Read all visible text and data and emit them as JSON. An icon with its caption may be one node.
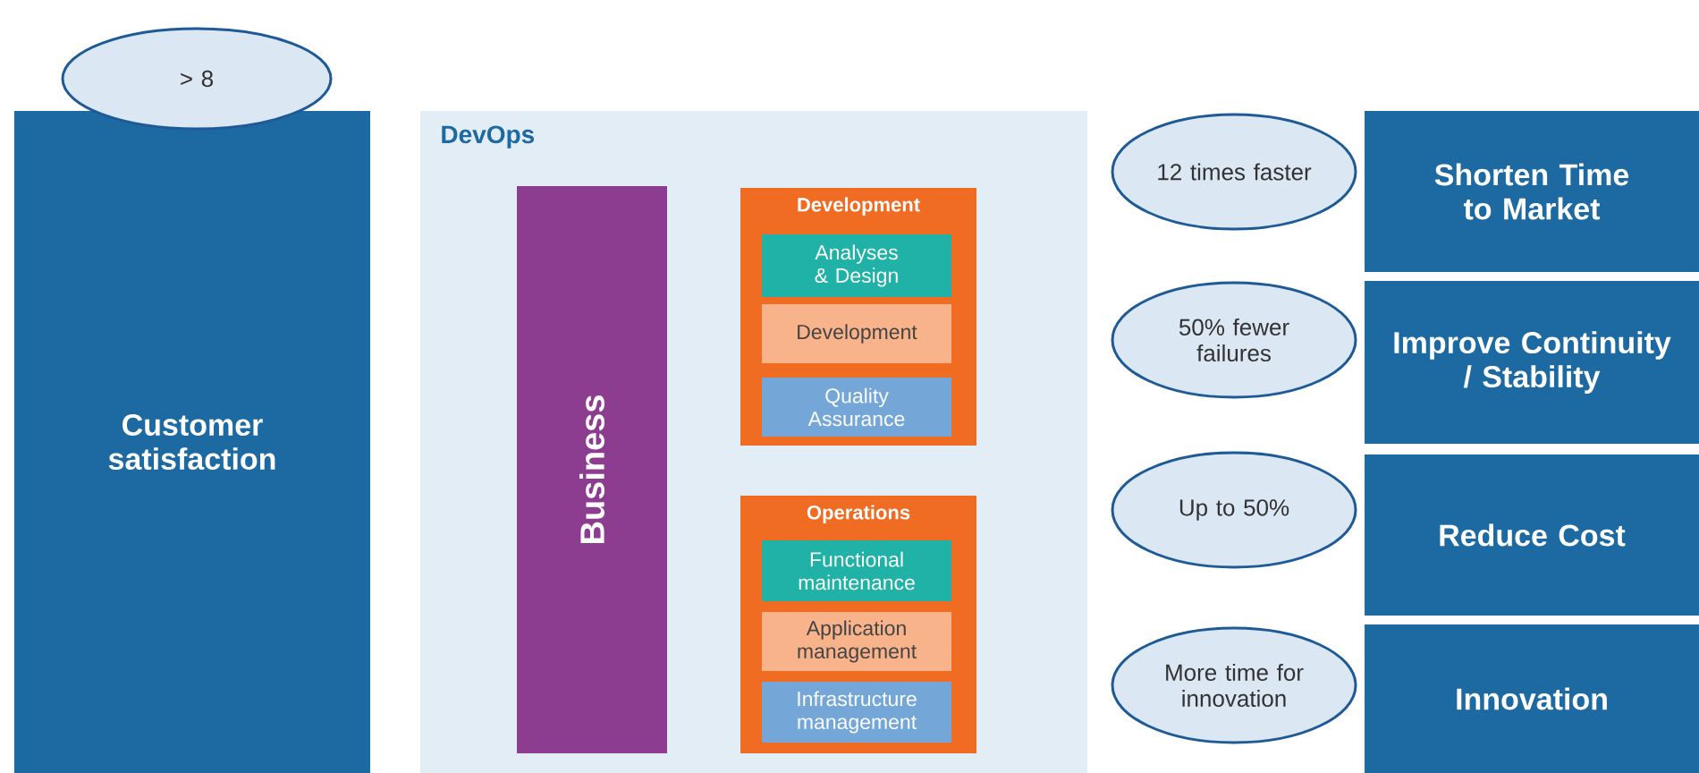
{
  "diagram": {
    "nodes": [
      {
        "text": [
          "> 8"
        ]
      },
      {
        "text": [
          "Customer satisfaction"
        ]
      },
      {
        "text": [
          "DevOps"
        ]
      },
      {
        "text": [
          "Business"
        ],
        "in": 2
      },
      {
        "text": [
          "Development"
        ],
        "in": 2
      },
      {
        "text": [
          "Analyses & Design"
        ],
        "in": 4
      },
      {
        "text": [
          "Development"
        ],
        "in": 4
      },
      {
        "text": [
          "Quality Assurance"
        ],
        "in": 4
      },
      {
        "text": [
          "Operations"
        ],
        "in": 2
      },
      {
        "text": [
          "Functional maintenance"
        ],
        "in": 8
      },
      {
        "text": [
          "Application management"
        ],
        "in": 8
      },
      {
        "text": [
          "Infrastructure management"
        ],
        "in": 8
      },
      {
        "text": [
          "12 times faster"
        ]
      },
      {
        "text": [
          "Shorten Time to Market"
        ]
      },
      {
        "text": [
          "50% fewer failures"
        ]
      },
      {
        "text": [
          "Improve Continuity / Stability"
        ]
      },
      {
        "text": [
          "Up to 50%"
        ]
      },
      {
        "text": [
          "Reduce Cost"
        ]
      },
      {
        "text": [
          "More time for innovation"
        ]
      },
      {
        "text": [
          "Innovation"
        ]
      }
    ]
  }
}
